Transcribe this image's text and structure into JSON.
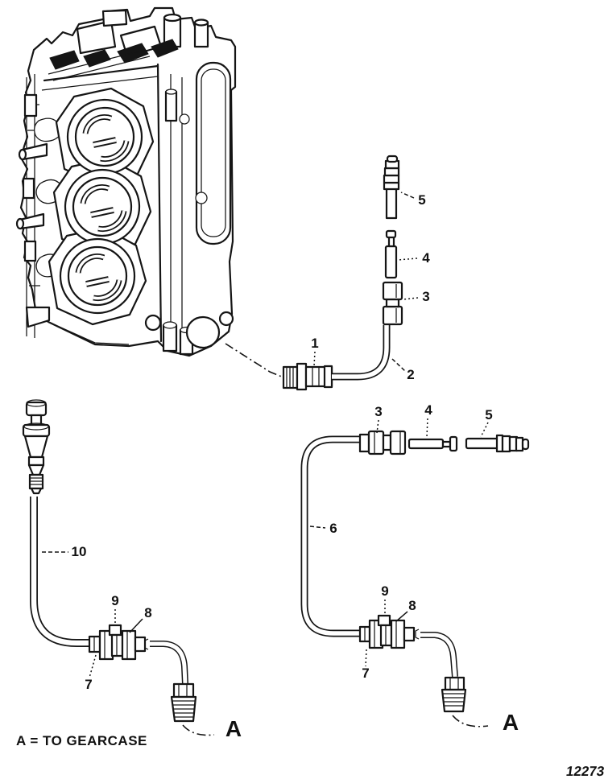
{
  "figure": {
    "background_color": "#ffffff",
    "ink_color": "#151515",
    "drawing_number": "12273",
    "gearcase_note": "A = TO GEARCASE",
    "marker_a_left": "A",
    "marker_a_right": "A"
  },
  "callouts": {
    "c1": "1",
    "c2": "2",
    "c3_top": "3",
    "c4_top": "4",
    "c5_top": "5",
    "c3_right": "3",
    "c4_right": "4",
    "c5_right": "5",
    "c6": "6",
    "c7_left": "7",
    "c8_left": "8",
    "c9_left": "9",
    "c7_right": "7",
    "c8_right": "8",
    "c9_right": "9",
    "c10": "10"
  }
}
